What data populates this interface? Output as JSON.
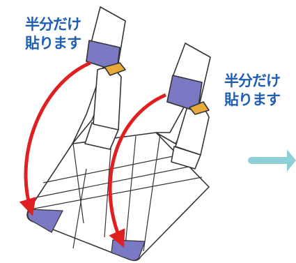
{
  "annotations": {
    "left": {
      "line1": "半分だけ",
      "line2": "貼ります"
    },
    "right": {
      "line1": "半分だけ",
      "line2": "貼ります"
    }
  },
  "colors": {
    "label_text": "#1e5fb4",
    "arrow_red": "#e02020",
    "tape_purple": "#7b78c4",
    "tape_adhesive": "#e6a93a",
    "next_arrow": "#8fd0d8",
    "outline": "#333333"
  },
  "icons": [
    "curved-arrow-icon",
    "next-step-arrow-icon"
  ]
}
